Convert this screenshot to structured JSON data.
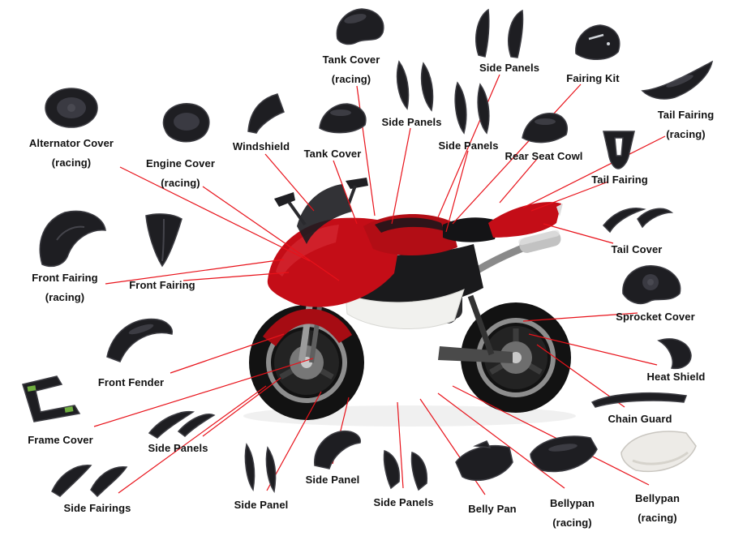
{
  "diagram": {
    "accent_color": "#e8121a",
    "label_color": "#111111"
  },
  "parts": [
    {
      "name": "tank-cover-racing",
      "line1": "Tank Cover",
      "line2": "(racing)"
    },
    {
      "name": "side-panels-top",
      "line1": "Side Panels"
    },
    {
      "name": "fairing-kit",
      "line1": "Fairing Kit"
    },
    {
      "name": "tail-fairing-racing",
      "line1": "Tail Fairing",
      "line2": "(racing)"
    },
    {
      "name": "side-panels-upper",
      "line1": "Side Panels"
    },
    {
      "name": "side-panels-mid",
      "line1": "Side Panels"
    },
    {
      "name": "rear-seat-cowl",
      "line1": "Rear Seat Cowl"
    },
    {
      "name": "tail-fairing",
      "line1": "Tail Fairing"
    },
    {
      "name": "windshield",
      "line1": "Windshield"
    },
    {
      "name": "tank-cover",
      "line1": "Tank Cover"
    },
    {
      "name": "alternator-cover-racing",
      "line1": "Alternator Cover",
      "line2": "(racing)"
    },
    {
      "name": "engine-cover-racing",
      "line1": "Engine Cover",
      "line2": "(racing)"
    },
    {
      "name": "tail-cover",
      "line1": "Tail Cover"
    },
    {
      "name": "front-fairing-racing",
      "line1": "Front Fairing",
      "line2": "(racing)"
    },
    {
      "name": "front-fairing",
      "line1": "Front Fairing"
    },
    {
      "name": "sprocket-cover",
      "line1": "Sprocket Cover"
    },
    {
      "name": "heat-shield",
      "line1": "Heat Shield"
    },
    {
      "name": "front-fender",
      "line1": "Front Fender"
    },
    {
      "name": "chain-guard",
      "line1": "Chain Guard"
    },
    {
      "name": "frame-cover",
      "line1": "Frame Cover"
    },
    {
      "name": "side-panels-lower-left",
      "line1": "Side Panels"
    },
    {
      "name": "side-panel-bottom-mid",
      "line1": "Side Panel"
    },
    {
      "name": "side-panel-bottom-left",
      "line1": "Side Panel"
    },
    {
      "name": "side-panels-bottom",
      "line1": "Side Panels"
    },
    {
      "name": "belly-pan",
      "line1": "Belly Pan"
    },
    {
      "name": "bellypan-racing",
      "line1": "Bellypan",
      "line2": "(racing)"
    },
    {
      "name": "bellypan-racing-white",
      "line1": "Bellypan",
      "line2": "(racing)"
    },
    {
      "name": "side-fairings",
      "line1": "Side Fairings"
    }
  ]
}
